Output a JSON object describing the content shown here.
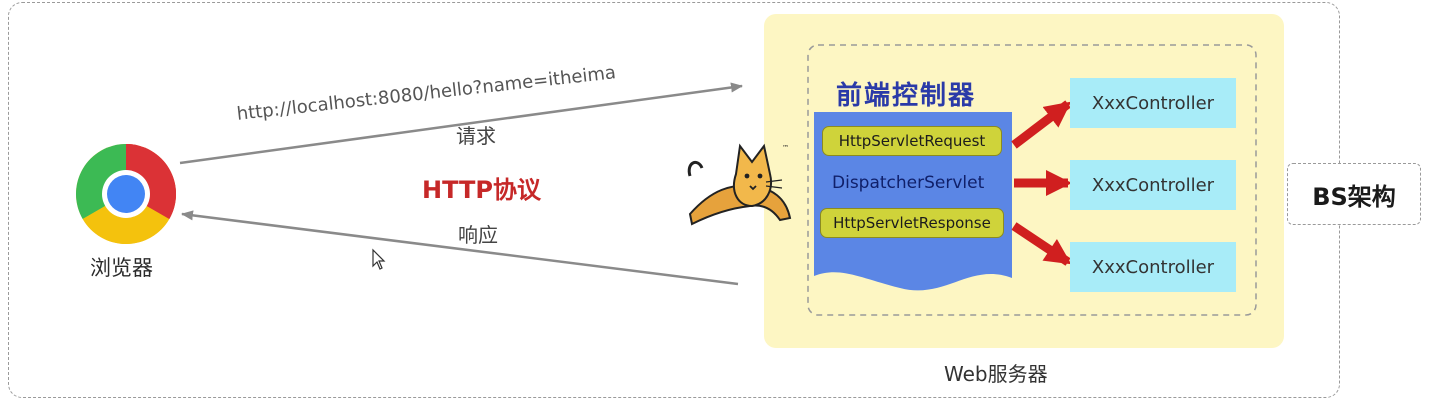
{
  "browser": {
    "label": "浏览器",
    "icon": "chrome-browser-icon"
  },
  "request": {
    "url": "http://localhost:8080/hello?name=itheima",
    "label": "请求"
  },
  "response": {
    "label": "响应"
  },
  "protocol": {
    "label": "HTTP协议",
    "color": "#c62828"
  },
  "server": {
    "label": "Web服务器",
    "background_color": "#fdf6c3",
    "icon": "tomcat-icon"
  },
  "front_controller": {
    "title": "前端控制器",
    "request_object": "HttpServletRequest",
    "servlet": "DispatcherServlet",
    "response_object": "HttpServletResponse",
    "panel_color": "#5b86e5",
    "title_color": "#2a3aa8"
  },
  "controllers": [
    {
      "label": "XxxController"
    },
    {
      "label": "XxxController"
    },
    {
      "label": "XxxController"
    }
  ],
  "controller_color": "#a8ecf8",
  "arrow_color": "#d01f1f",
  "architecture": {
    "label": "BS架构"
  }
}
